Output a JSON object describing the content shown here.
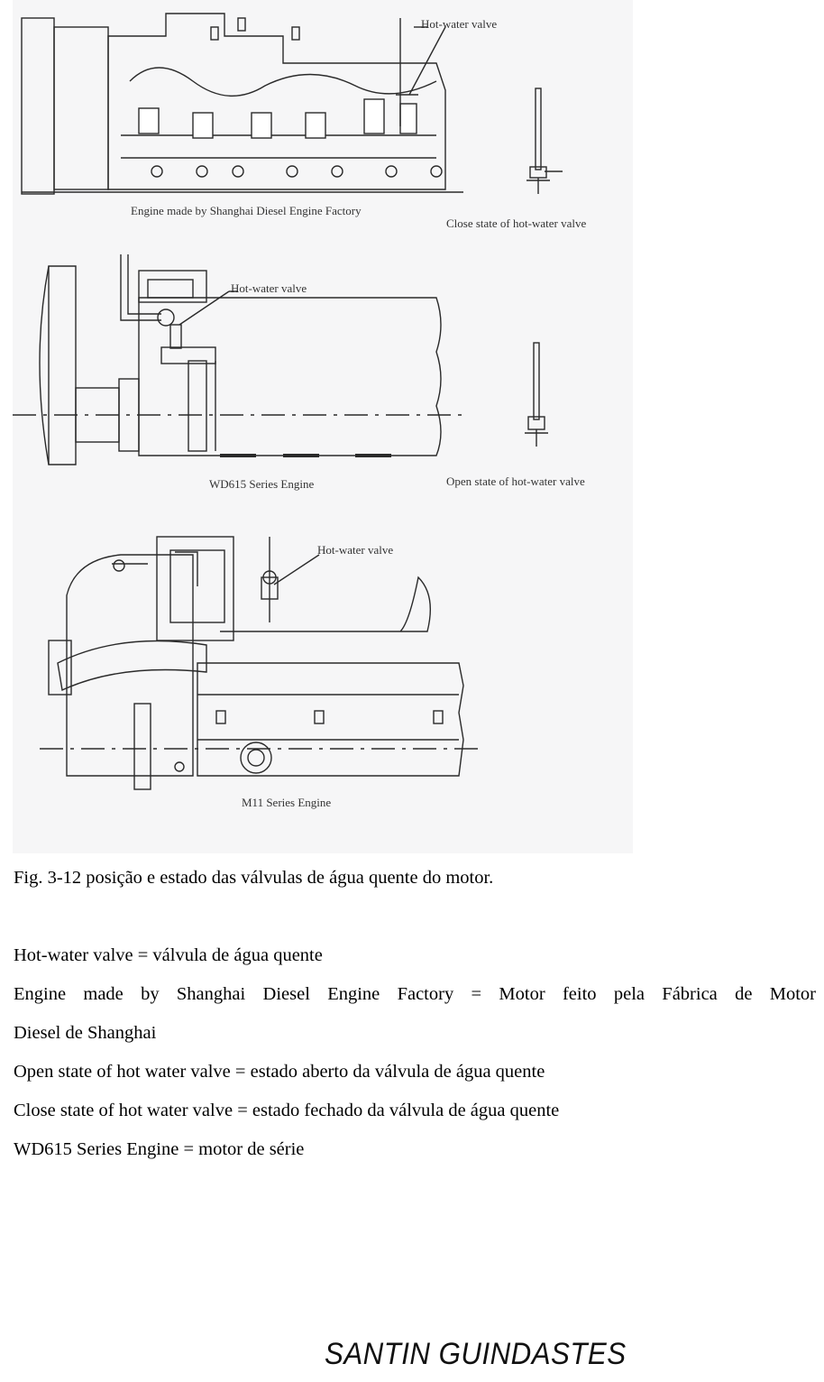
{
  "figure": {
    "labels": {
      "hot_water_valve_1": "Hot-water valve",
      "engine_shanghai": "Engine made by Shanghai Diesel Engine Factory",
      "close_state": "Close state of hot-water valve",
      "hot_water_valve_2": "Hot-water valve",
      "wd615_engine": "WD615 Series Engine",
      "open_state": "Open state of hot-water valve",
      "hot_water_valve_3": "Hot-water valve",
      "m11_engine": "M11 Series Engine"
    }
  },
  "caption": "Fig. 3-12 posição e estado das válvulas de água quente do motor.",
  "translations": [
    "Hot-water valve = válvula de água quente",
    "Engine made by Shanghai Diesel Engine Factory = Motor feito pela Fábrica de Motor",
    "Diesel de Shanghai",
    "Open state of hot water valve = estado aberto da válvula de água quente",
    "Close state of hot water valve = estado fechado da válvula de água quente",
    "WD615 Series Engine = motor de série"
  ],
  "footer": {
    "brand": "SANTIN GUINDASTES"
  }
}
